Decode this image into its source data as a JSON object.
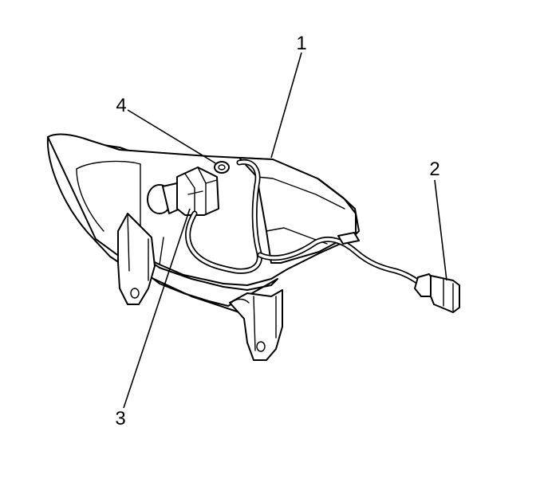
{
  "diagram": {
    "callouts": [
      {
        "id": "1",
        "label": "1"
      },
      {
        "id": "2",
        "label": "2"
      },
      {
        "id": "3",
        "label": "3"
      },
      {
        "id": "4",
        "label": "4"
      }
    ]
  }
}
